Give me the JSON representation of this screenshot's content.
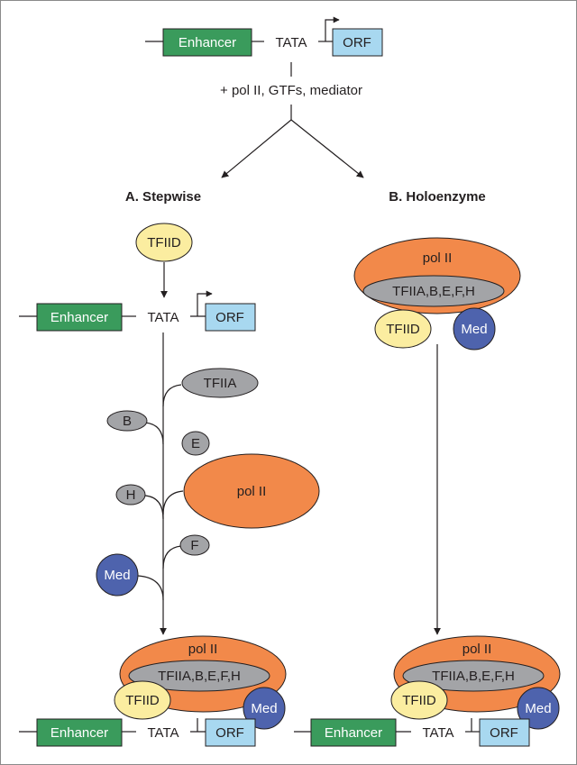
{
  "top": {
    "enhancer": "Enhancer",
    "tata": "TATA",
    "orf": "ORF",
    "factors": "+ pol II, GTFs, mediator"
  },
  "stepwise": {
    "title": "A. Stepwise",
    "tfiid": "TFIID",
    "enhancer": "Enhancer",
    "tata": "TATA",
    "orf": "ORF",
    "tfiia": "TFIIA",
    "b": "B",
    "e": "E",
    "h": "H",
    "polii": "pol II",
    "f": "F",
    "med": "Med",
    "result": {
      "polii": "pol II",
      "gtfs": "TFIIA,B,E,F,H",
      "tfiid": "TFIID",
      "med": "Med",
      "enhancer": "Enhancer",
      "tata": "TATA",
      "orf": "ORF"
    }
  },
  "holoenzyme": {
    "title": "B. Holoenzyme",
    "complex": {
      "polii": "pol II",
      "gtfs": "TFIIA,B,E,F,H",
      "tfiid": "TFIID",
      "med": "Med"
    },
    "result": {
      "polii": "pol II",
      "gtfs": "TFIIA,B,E,F,H",
      "tfiid": "TFIID",
      "med": "Med",
      "enhancer": "Enhancer",
      "tata": "TATA",
      "orf": "ORF"
    }
  },
  "colors": {
    "enhancer": "#3a9b5c",
    "orf": "#a8d8f0",
    "polii": "#f2894a",
    "gtf": "#a3a4a7",
    "tfiid": "#fbeda0",
    "med": "#4e63ad",
    "line": "#231f20"
  }
}
